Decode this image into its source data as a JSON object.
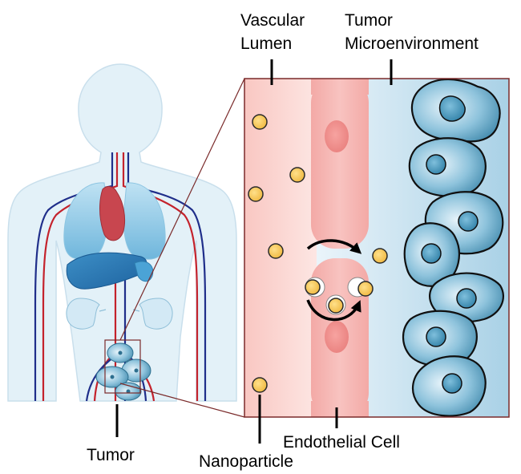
{
  "labels": {
    "vascular_lumen_line1": "Vascular",
    "vascular_lumen_line2": "Lumen",
    "tumor_micro_line1": "Tumor",
    "tumor_micro_line2": "Microenvironment",
    "endothelial_cell": "Endothelial Cell",
    "nanoparticle": "Nanoparticle",
    "tumor": "Tumor"
  },
  "colors": {
    "lumen": "#fbd3d0",
    "endothelial": "#f6b4b2",
    "nucleus": "#ef8a88",
    "micro_bg": "#cfe6f2",
    "tumor_cell": "#4d9bbd",
    "nanoparticle": "#f5c85a",
    "body": "#e3f1f8",
    "frame": "#7a2a2a"
  }
}
